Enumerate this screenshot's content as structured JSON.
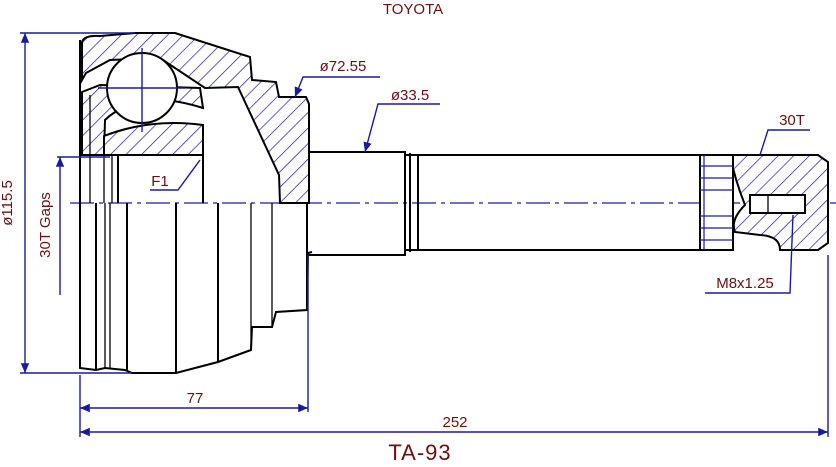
{
  "title": "TOYOTA",
  "part_number": "TA-93",
  "dimensions": {
    "outer_diameter": "ø115.5",
    "gaps": "30T Gaps",
    "housing_diameter": "ø72.55",
    "shaft_diameter": "ø33.5",
    "spline": "30T",
    "thread": "M8x1.25",
    "f1": "F1",
    "housing_length": "77",
    "total_length": "252"
  },
  "colors": {
    "lines": "#1a1aa0",
    "text": "#6b1010",
    "outline": "#000000"
  }
}
